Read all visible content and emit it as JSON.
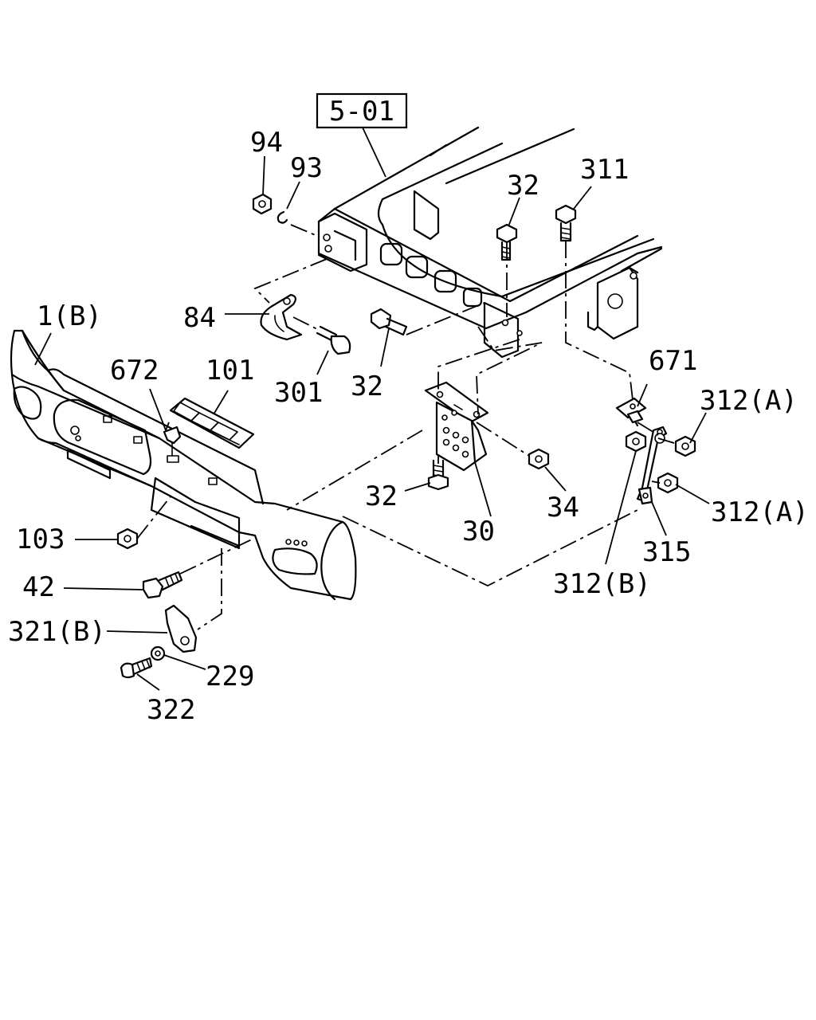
{
  "reference_box": "5-01",
  "callouts": {
    "c94": "94",
    "c93": "93",
    "c32_top": "32",
    "c311": "311",
    "c84": "84",
    "c1b": "1(B)",
    "c672": "672",
    "c101": "101",
    "c301": "301",
    "c32_mid": "32",
    "c671": "671",
    "c312a_top": "312(A)",
    "c312a_bot": "312(A)",
    "c32_low": "32",
    "c34": "34",
    "c30": "30",
    "c315": "315",
    "c312b": "312(B)",
    "c103": "103",
    "c42": "42",
    "c321b": "321(B)",
    "c229": "229",
    "c322": "322"
  }
}
